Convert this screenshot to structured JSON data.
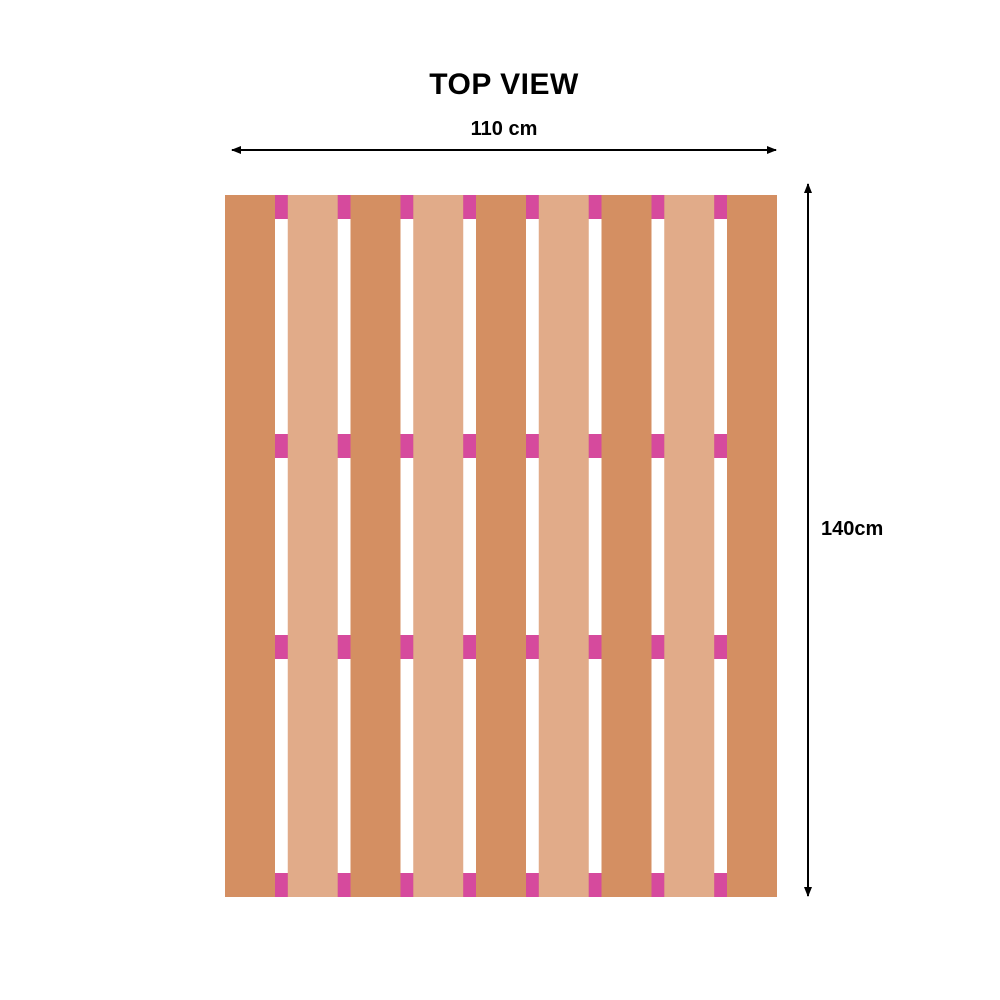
{
  "title": "TOP VIEW",
  "dimensions": {
    "width_label": "110 cm",
    "height_label": "140cm"
  },
  "pallet": {
    "board_count": 9,
    "stringer_count": 4,
    "colors": {
      "board_dark": "#d48f62",
      "board_light": "#e1ab89",
      "stringer_wood": "#d48f62",
      "connector": "#d64a9d",
      "arrow": "#000000"
    }
  }
}
